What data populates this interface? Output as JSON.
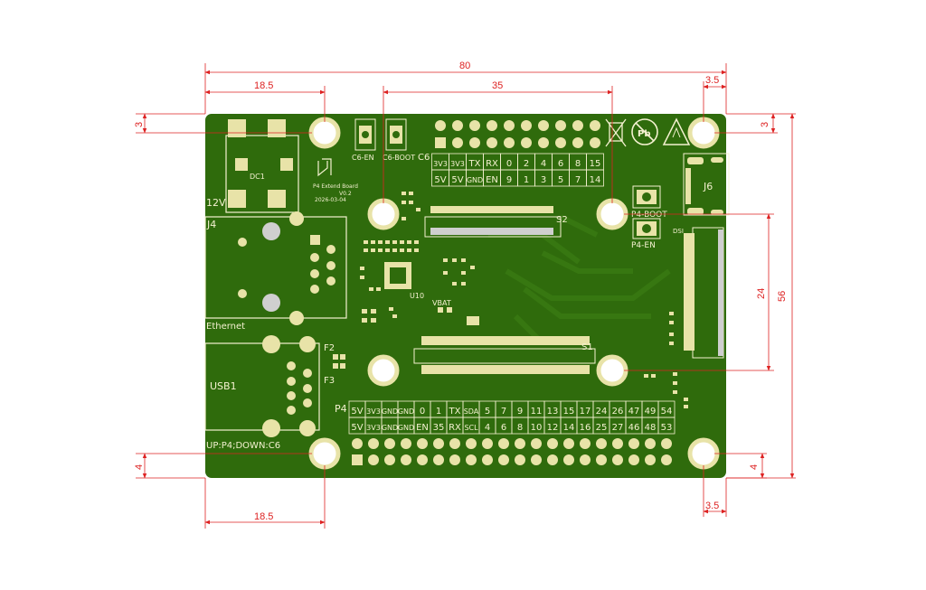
{
  "dimensions": {
    "overall_width": "80",
    "left_offset_top": "18.5",
    "inner_width": "35",
    "right_offset_top": "3.5",
    "top_left": "3",
    "top_right": "3",
    "height_inner": "24",
    "height_overall": "56",
    "bottom_left": "4",
    "bottom_right": "4",
    "left_offset_bottom": "18.5",
    "right_offset_bottom": "3.5"
  },
  "board": {
    "name": "P4 Extend Board",
    "version": "V0.2",
    "date": "2026-03-04",
    "labels": {
      "dc1": "DC1",
      "v12": "12V",
      "j4": "J4",
      "ethernet": "Ethernet",
      "usb1": "USB1",
      "usb_note": "UP:P4;DOWN:C6",
      "f2": "F2",
      "f3": "F3",
      "c6_en": "C6-EN",
      "c6_boot": "C6-BOOT",
      "c6": "C6",
      "s2": "S2",
      "s1": "S1",
      "u10": "U10",
      "vbat": "VBAT",
      "p4_boot": "P4-BOOT",
      "p4_en": "P4-EN",
      "j6": "J6",
      "dsi": "DSI",
      "p4": "P4"
    },
    "colors": {
      "pcb": "#2f6b0c",
      "pcb_dark": "#275a09",
      "silk": "#f4f1d0",
      "pad": "#e8e3a8",
      "dimension": "#dd2222"
    }
  },
  "c6_header": {
    "top_row": [
      "3V3",
      "3V3",
      "TX",
      "RX",
      "0",
      "2",
      "4",
      "6",
      "8",
      "15"
    ],
    "bottom_row": [
      "5V",
      "5V",
      "GND",
      "EN",
      "9",
      "1",
      "3",
      "5",
      "7",
      "14"
    ]
  },
  "p4_header": {
    "top_row": [
      "5V",
      "3V3",
      "GND",
      "GND",
      "0",
      "1",
      "TX",
      "SDA",
      "5",
      "7",
      "9",
      "11",
      "13",
      "15",
      "17",
      "24",
      "26",
      "47",
      "49",
      "54"
    ],
    "bottom_row": [
      "5V",
      "3V3",
      "GND",
      "GND",
      "EN",
      "35",
      "RX",
      "SCL",
      "4",
      "6",
      "8",
      "10",
      "12",
      "14",
      "16",
      "25",
      "27",
      "46",
      "48",
      "53"
    ]
  }
}
